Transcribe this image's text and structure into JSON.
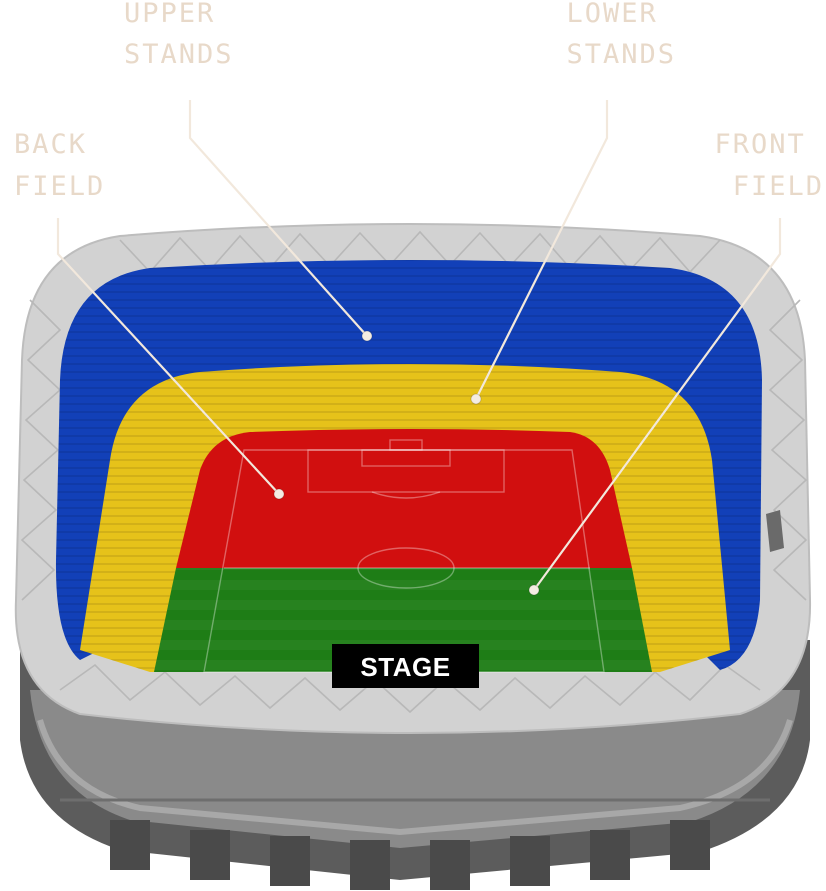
{
  "labels": {
    "upper_stands": [
      "UPPER",
      "STANDS"
    ],
    "lower_stands": [
      "LOWER",
      "STANDS"
    ],
    "back_field": [
      "BACK",
      "FIELD"
    ],
    "front_field": [
      "FRONT",
      "FIELD"
    ]
  },
  "stage_label": "STAGE",
  "colors": {
    "label_text": "#e8d9c9",
    "leader_line": "#f2e8dc",
    "marker_dot": "#f4ece2",
    "upper_stands": "#1240b8",
    "lower_stands": "#e6c21a",
    "back_field": "#d10f0f",
    "front_field": "#1e7d16",
    "stage_box": "#000000",
    "stage_text": "#ffffff",
    "roof": "#d4d4d4",
    "structure": "#7a7a7a"
  }
}
